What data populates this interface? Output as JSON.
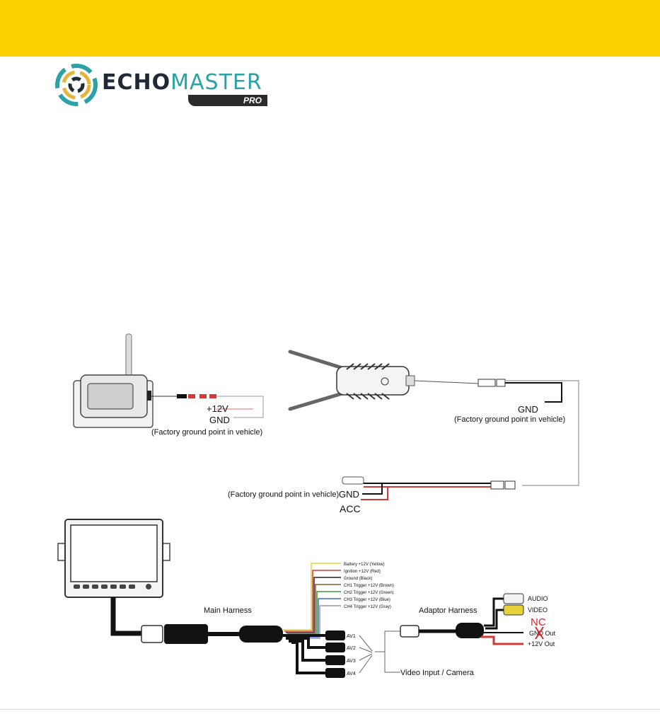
{
  "brand": {
    "word_part1": "ECHO",
    "word_part2": "MASTER",
    "badge": "PRO",
    "accent_color": "#2aa2a8",
    "bar_color": "#fdd100"
  },
  "camera": {
    "plus12v": "+12V",
    "gnd": "GND",
    "factory_ground": "(Factory ground point in vehicle)"
  },
  "receiver": {
    "gnd": "GND",
    "factory_ground": "(Factory ground point in vehicle)"
  },
  "power": {
    "factory_ground": "(Factory ground point in vehicle)",
    "gnd": "GND",
    "acc": "ACC"
  },
  "main_harness": {
    "label": "Main Harness",
    "wires": [
      {
        "label": "Battery +12V (Yellow)",
        "color": "#e8d23a"
      },
      {
        "label": "Ignition +12V (Red)",
        "color": "#d23a3a"
      },
      {
        "label": "Ground (Black)",
        "color": "#222222"
      },
      {
        "label": "CH1 Trigger +12V (Brown)",
        "color": "#8a5a2b"
      },
      {
        "label": "CH2 Trigger +12V (Green)",
        "color": "#3a9a3a"
      },
      {
        "label": "CH3 Trigger +12V (Blue)",
        "color": "#3a6ad2"
      },
      {
        "label": "CH4 Trigger +12V (Gray)",
        "color": "#9a9a9a"
      }
    ],
    "inputs": [
      "AV1",
      "AV2",
      "AV3",
      "AV4"
    ]
  },
  "adaptor_harness": {
    "label": "Adaptor Harness",
    "audio": "AUDIO",
    "video": "VIDEO",
    "gnd_out": "GND Out",
    "nc": "NC",
    "v12_out": "+12V Out",
    "video_input": "Video Input / Camera"
  }
}
